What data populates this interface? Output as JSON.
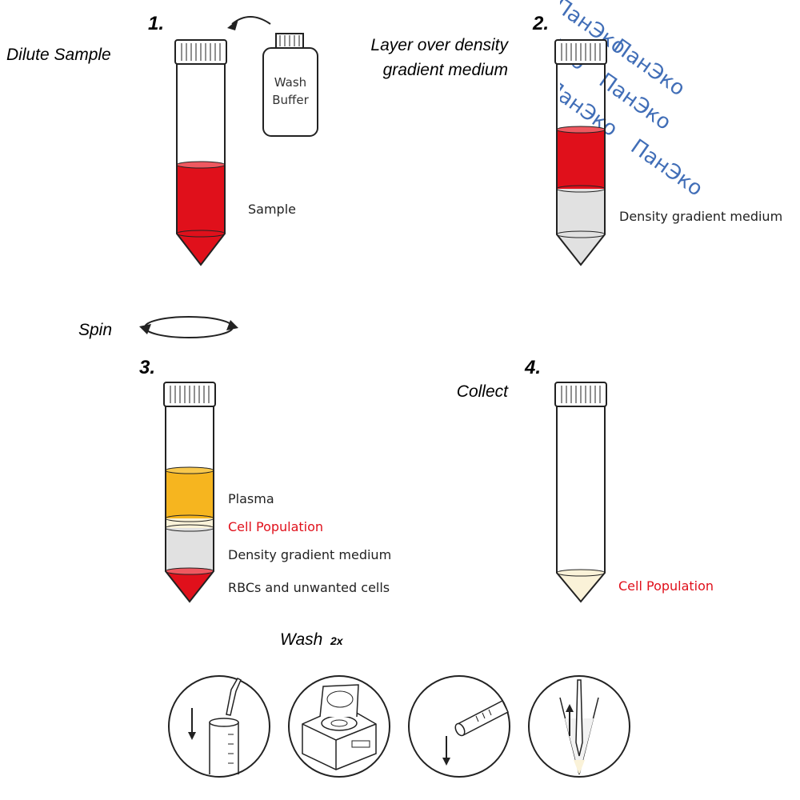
{
  "colors": {
    "sample_red": "#e0101b",
    "plasma_orange": "#f6b51f",
    "gradient_gray": "#e1e1e1",
    "cell_cream": "#faf2d8",
    "label_red": "#e0101b",
    "watermark_blue": "#2d5fb0"
  },
  "steps": [
    {
      "number": "1.",
      "action": "Dilute Sample",
      "labels": [
        "Sample"
      ],
      "bottle": [
        "Wash",
        "Buffer"
      ]
    },
    {
      "number": "2.",
      "action_lines": [
        "Layer over density",
        "gradient medium"
      ],
      "labels": [
        "Density gradient medium"
      ]
    },
    {
      "number": "3.",
      "action": "Spin",
      "labels": [
        "Plasma",
        "Cell Population",
        "Density gradient medium",
        "RBCs and unwanted cells"
      ]
    },
    {
      "number": "4.",
      "action": "Collect",
      "labels": [
        "Cell Population"
      ]
    }
  ],
  "wash": {
    "title": "Wash",
    "multiplier": "2x",
    "icons": [
      "pipette-add-buffer-icon",
      "centrifuge-icon",
      "pour-off-tube-icon",
      "resuspend-pipette-icon"
    ]
  },
  "watermark": {
    "text": "ПанЭко"
  }
}
